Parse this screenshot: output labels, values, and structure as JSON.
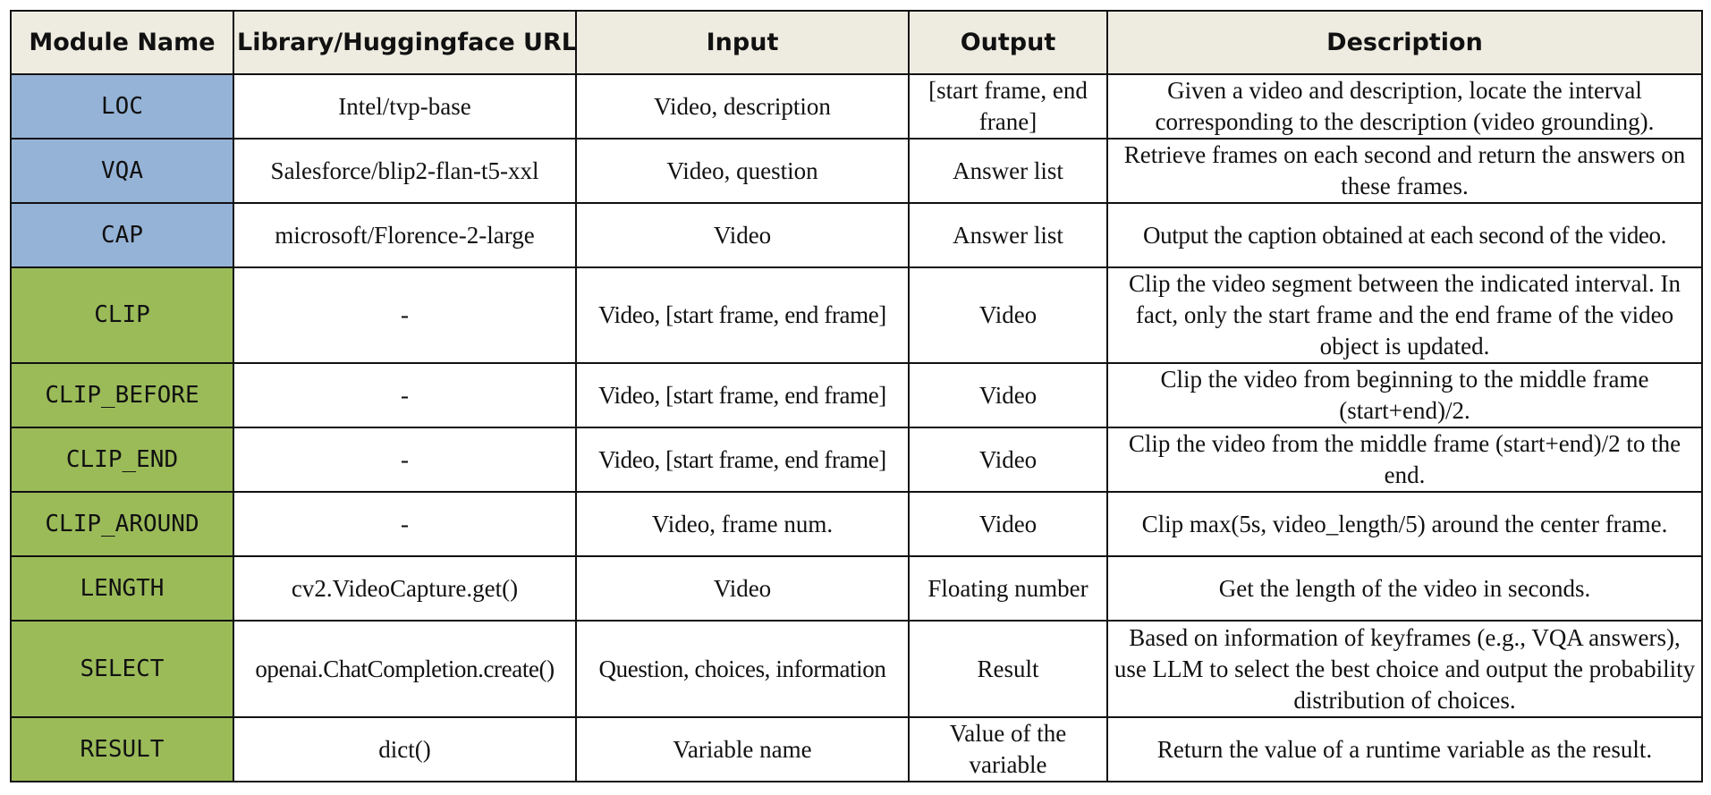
{
  "colors": {
    "header_bg": "#eeece1",
    "blue_module_bg": "#95b3d7",
    "green_module_bg": "#9bbb59"
  },
  "headers": [
    "Module Name",
    "Library/Huggingface URL",
    "Input",
    "Output",
    "Description"
  ],
  "rows": [
    {
      "module": "LOC",
      "group": "blue",
      "library": "Intel/tvp-base",
      "input": "Video, description",
      "output": "[start frame, end frane]",
      "description": "Given a video and description, locate the interval corresponding to the description (video grounding)."
    },
    {
      "module": "VQA",
      "group": "blue",
      "library": "Salesforce/blip2-flan-t5-xxl",
      "input": "Video, question",
      "output": "Answer list",
      "description": "Retrieve frames on each second and return the answers on these frames."
    },
    {
      "module": "CAP",
      "group": "blue",
      "library": "microsoft/Florence-2-large",
      "input": "Video",
      "output": "Answer list",
      "description": "Output the caption obtained at each second of the video."
    },
    {
      "module": "CLIP",
      "group": "green",
      "library": "-",
      "input": "Video, [start frame, end frame]",
      "output": "Video",
      "description": "Clip the video segment between the indicated interval. In fact, only the start frame and the end frame of the video object is updated."
    },
    {
      "module": "CLIP_BEFORE",
      "group": "green",
      "library": "-",
      "input": "Video, [start frame, end frame]",
      "output": "Video",
      "description": "Clip the video from beginning to the middle frame (start+end)/2."
    },
    {
      "module": "CLIP_END",
      "group": "green",
      "library": "-",
      "input": "Video, [start frame, end frame]",
      "output": "Video",
      "description": "Clip the video from the middle frame (start+end)/2 to the end."
    },
    {
      "module": "CLIP_AROUND",
      "group": "green",
      "library": "-",
      "input": "Video, frame num.",
      "output": "Video",
      "description": "Clip max(5s, video_length/5) around the center frame."
    },
    {
      "module": "LENGTH",
      "group": "green",
      "library": "cv2.VideoCapture.get()",
      "input": "Video",
      "output": "Floating number",
      "description": "Get the length of the video in seconds."
    },
    {
      "module": "SELECT",
      "group": "green",
      "library": "openai.ChatCompletion.create()",
      "input": "Question, choices, information",
      "output": "Result",
      "description": "Based on information of keyframes (e.g., VQA answers), use LLM to select the best choice and output the probability distribution of choices."
    },
    {
      "module": "RESULT",
      "group": "green",
      "library": "dict()",
      "input": "Variable name",
      "output": "Value of the variable",
      "description": "Return the value of a runtime variable as the result."
    }
  ]
}
